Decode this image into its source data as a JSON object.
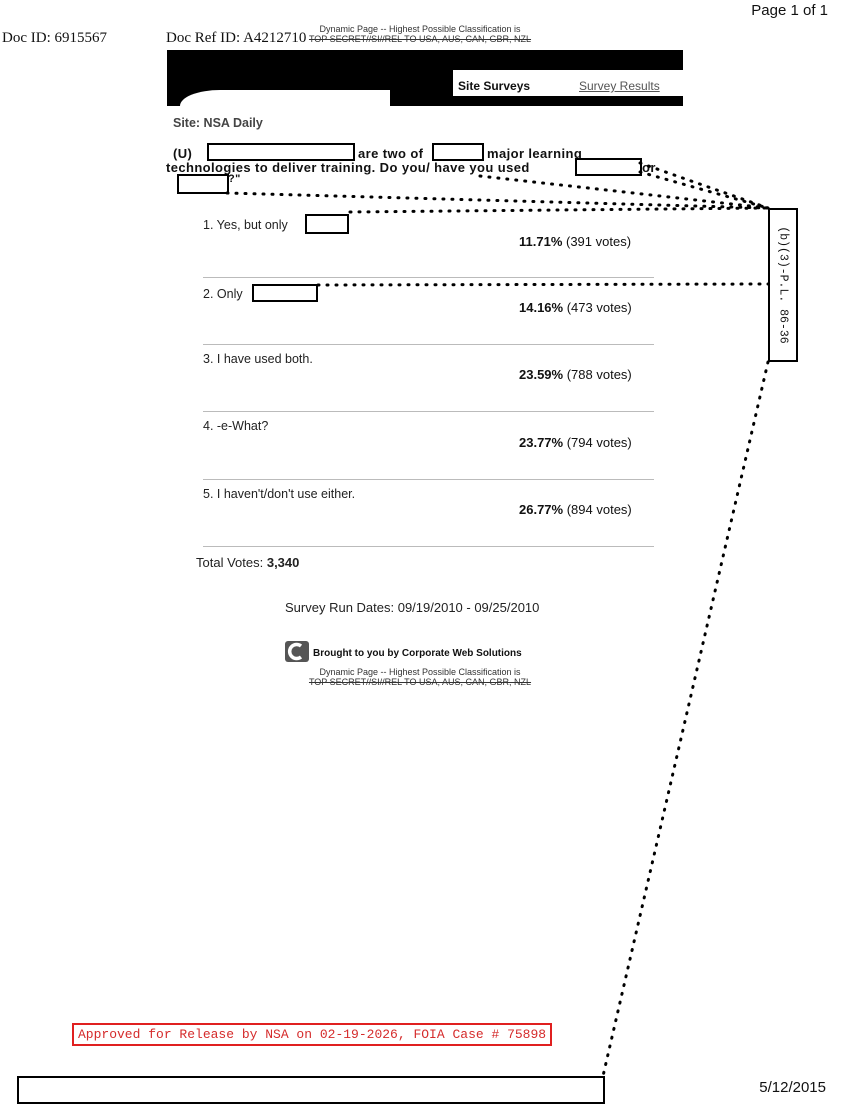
{
  "page_label": "Page 1 of 1",
  "doc_id": "Doc ID: 6915567",
  "doc_ref_id": "Doc Ref ID: A4212710",
  "classification_top": [
    "Dynamic Page -- Highest Possible Classification is",
    "TOP SECRET//SI//REL TO USA, AUS, CAN, GBR, NZL"
  ],
  "nav": {
    "site_surveys": "Site Surveys",
    "survey_results": "Survey Results"
  },
  "site_label": "Site: NSA Daily",
  "question": {
    "prefix": "(U)",
    "text_1": "are two of",
    "text_2": "major learning",
    "text_3": "technologies to deliver training. Do you/ have you used",
    "text_4": "or",
    "text_5": "?\""
  },
  "options": [
    {
      "label": "1. Yes, but only",
      "percent": "11.71%",
      "votes": "(391 votes)"
    },
    {
      "label": "2. Only",
      "percent": "14.16%",
      "votes": "(473 votes)"
    },
    {
      "label": "3. I have used both.",
      "percent": "23.59%",
      "votes": "(788 votes)"
    },
    {
      "label": "4. -e-What?",
      "percent": "23.77%",
      "votes": "(794 votes)"
    },
    {
      "label": "5. I haven't/don't use either.",
      "percent": "26.77%",
      "votes": "(894 votes)"
    }
  ],
  "total_votes_label": "Total Votes:",
  "total_votes": "3,340",
  "run_dates": "Survey Run Dates: 09/19/2010 - 09/25/2010",
  "brought_by": "Brought to you by Corporate Web Solutions",
  "classification_bottom": [
    "Dynamic Page -- Highest Possible Classification is",
    "TOP SECRET//SI//REL TO USA, AUS, CAN, GBR, NZL"
  ],
  "exemption": "(b)(3)-P.L. 86-36",
  "approved": "Approved for Release by NSA on 02-19-2026, FOIA Case # 75898",
  "date": "5/12/2015"
}
